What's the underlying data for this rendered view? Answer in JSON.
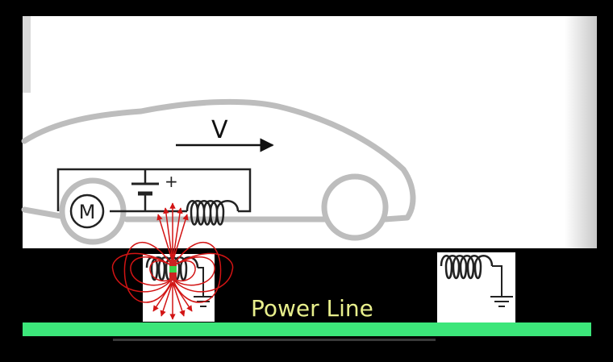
{
  "labels": {
    "velocity": "V",
    "motor": "M",
    "battery_plus": "+",
    "power_line": "Power Line"
  },
  "colors": {
    "background_white": "#ffffff",
    "road_black": "#000000",
    "car_outline": "#bdbdbd",
    "circuit": "#222222",
    "field_lines": "#d21414",
    "power_line": "#3ce67a",
    "power_line_text": "#e8ef8c"
  }
}
